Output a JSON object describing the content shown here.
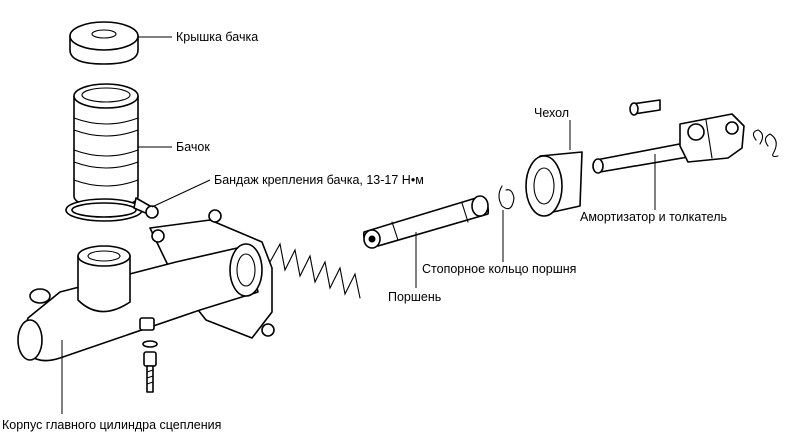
{
  "labels": {
    "reservoir_cap": "Крышка бачка",
    "reservoir": "Бачок",
    "reservoir_band": "Бандаж крепления бачка, 13-17 Н•м",
    "boot": "Чехол",
    "damper_pushrod": "Амортизатор и толкатель",
    "piston_retaining_ring": "Стопорное кольцо поршня",
    "piston": "Поршень",
    "master_cylinder_body": "Корпус главного цилиндра сцепления"
  },
  "colors": {
    "ink": "#000000",
    "paper": "#ffffff"
  }
}
